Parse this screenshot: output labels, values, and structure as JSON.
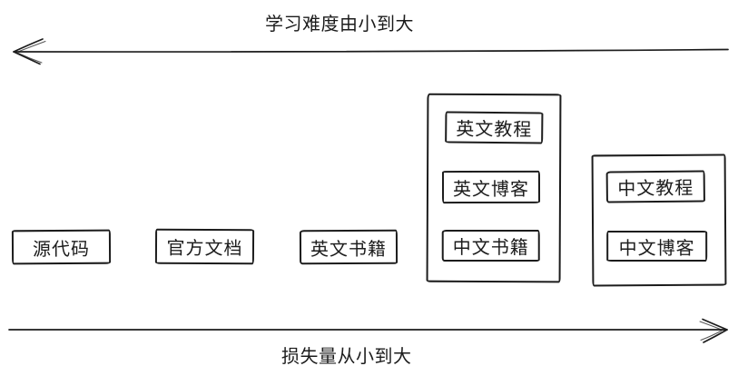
{
  "diagram": {
    "top_axis": {
      "label": "学习难度由小到大",
      "arrow_direction": "left"
    },
    "bottom_axis": {
      "label": "损失量从小到大",
      "arrow_direction": "right"
    },
    "boxes": [
      {
        "id": "source-code",
        "label": "源代码"
      },
      {
        "id": "official-docs",
        "label": "官方文档"
      },
      {
        "id": "english-books",
        "label": "英文书籍"
      }
    ],
    "groups": [
      {
        "id": "group-mixed-resources",
        "items": [
          {
            "label": "英文教程"
          },
          {
            "label": "英文博客"
          },
          {
            "label": "中文书籍"
          }
        ]
      },
      {
        "id": "group-chinese-resources",
        "items": [
          {
            "label": "中文教程"
          },
          {
            "label": "中文博客"
          }
        ]
      }
    ],
    "colors": {
      "stroke": "#1c1c1c",
      "background": "#ffffff",
      "text": "#1c1c1c"
    }
  }
}
